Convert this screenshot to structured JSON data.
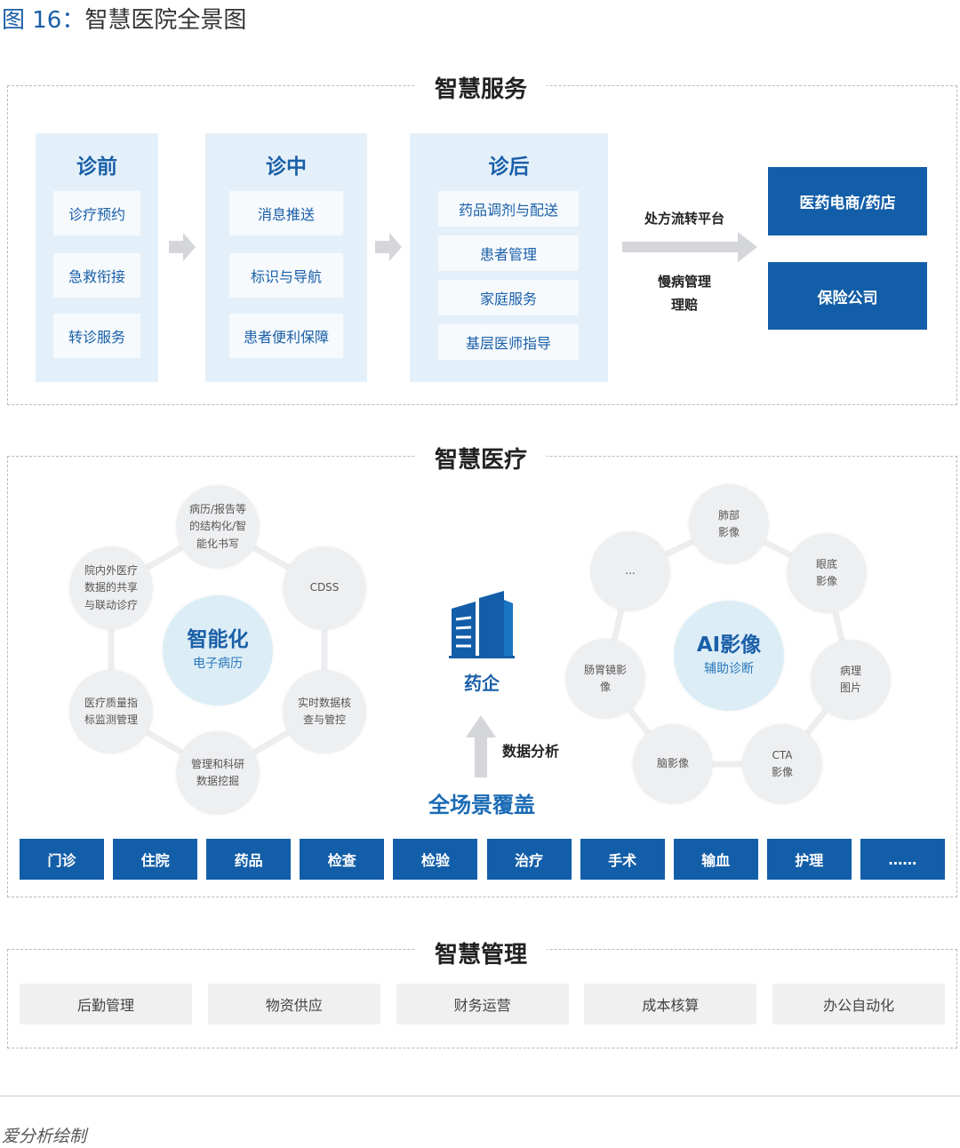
{
  "figure": {
    "number": "图 16：",
    "title": "智慧医院全景图"
  },
  "service": {
    "title": "智慧服务",
    "columns": [
      {
        "header": "诊前",
        "items": [
          "诊疗预约",
          "急救衔接",
          "转诊服务"
        ]
      },
      {
        "header": "诊中",
        "items": [
          "消息推送",
          "标识与导航",
          "患者便利保障"
        ]
      },
      {
        "header": "诊后",
        "items": [
          "药品调剂与配送",
          "患者管理",
          "家庭服务",
          "基层医师指导"
        ]
      }
    ],
    "flow_top": "处方流转平台",
    "flow_bottom_1": "慢病管理",
    "flow_bottom_2": "理赔",
    "targets": [
      "医药电商/药店",
      "保险公司"
    ]
  },
  "medical": {
    "title": "智慧医疗",
    "emr": {
      "title": "智能化",
      "subtitle": "电子病历",
      "nodes": [
        "病历/报告等\n的结构化/智\n能化书写",
        "CDSS",
        "实时数据核\n查与管控",
        "管理和科研\n数据挖掘",
        "医疗质量指\n标监测管理",
        "院内外医疗\n数据的共享\n与联动诊疗"
      ]
    },
    "ai": {
      "title": "AI影像",
      "subtitle": "辅助诊断",
      "nodes": [
        "肺部\n影像",
        "眼底\n影像",
        "病理\n图片",
        "CTA\n影像",
        "脑影像",
        "肠胃镜影\n像",
        "..."
      ]
    },
    "pharma": "药企",
    "data_analysis": "数据分析",
    "coverage": "全场景覆盖",
    "scenes": [
      "门诊",
      "住院",
      "药品",
      "检查",
      "检验",
      "治疗",
      "手术",
      "输血",
      "护理",
      "……"
    ]
  },
  "management": {
    "title": "智慧管理",
    "items": [
      "后勤管理",
      "物资供应",
      "财务运营",
      "成本核算",
      "办公自动化"
    ]
  },
  "footer": "爱分析绘制",
  "colors": {
    "primary": "#135ea8",
    "light": "#e4f0f9"
  }
}
